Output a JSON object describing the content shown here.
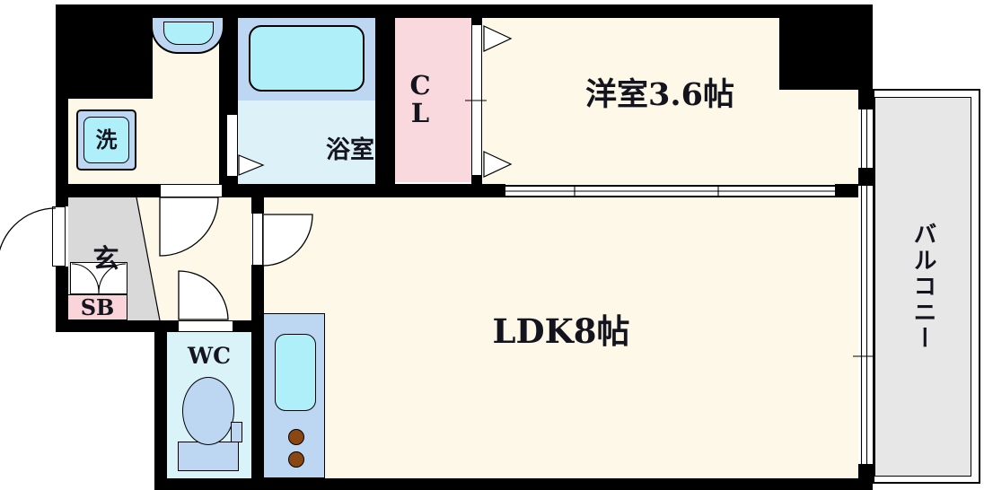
{
  "rooms": {
    "washroom": {
      "washer_label": "洗"
    },
    "bathroom": {
      "label": "浴室"
    },
    "closet": {
      "label": "C\nL"
    },
    "western_room": {
      "label": "洋室3.6帖"
    },
    "entrance": {
      "label": "玄"
    },
    "shoe_box": {
      "label": "SB"
    },
    "wc": {
      "label": "WC"
    },
    "ldk": {
      "label": "LDK8帖"
    },
    "balcony": {
      "label": "バルコニー"
    }
  },
  "colors": {
    "floor_cream": "#FDF8E7",
    "bath_floor": "#DCF1F8",
    "wc_floor": "#D9F3F9",
    "fixture_blue": "#BDD7F3",
    "fixture_cyan": "#AEEFF9",
    "closet_pink": "#F9D9DD",
    "shoebox_pink": "#F9D4D9",
    "entrance_gray": "#D9D9D9",
    "balcony_gray": "#E7E7E7",
    "burner_brown": "#8B4712",
    "wall_black": "#000000",
    "label_color": "#14141E"
  }
}
